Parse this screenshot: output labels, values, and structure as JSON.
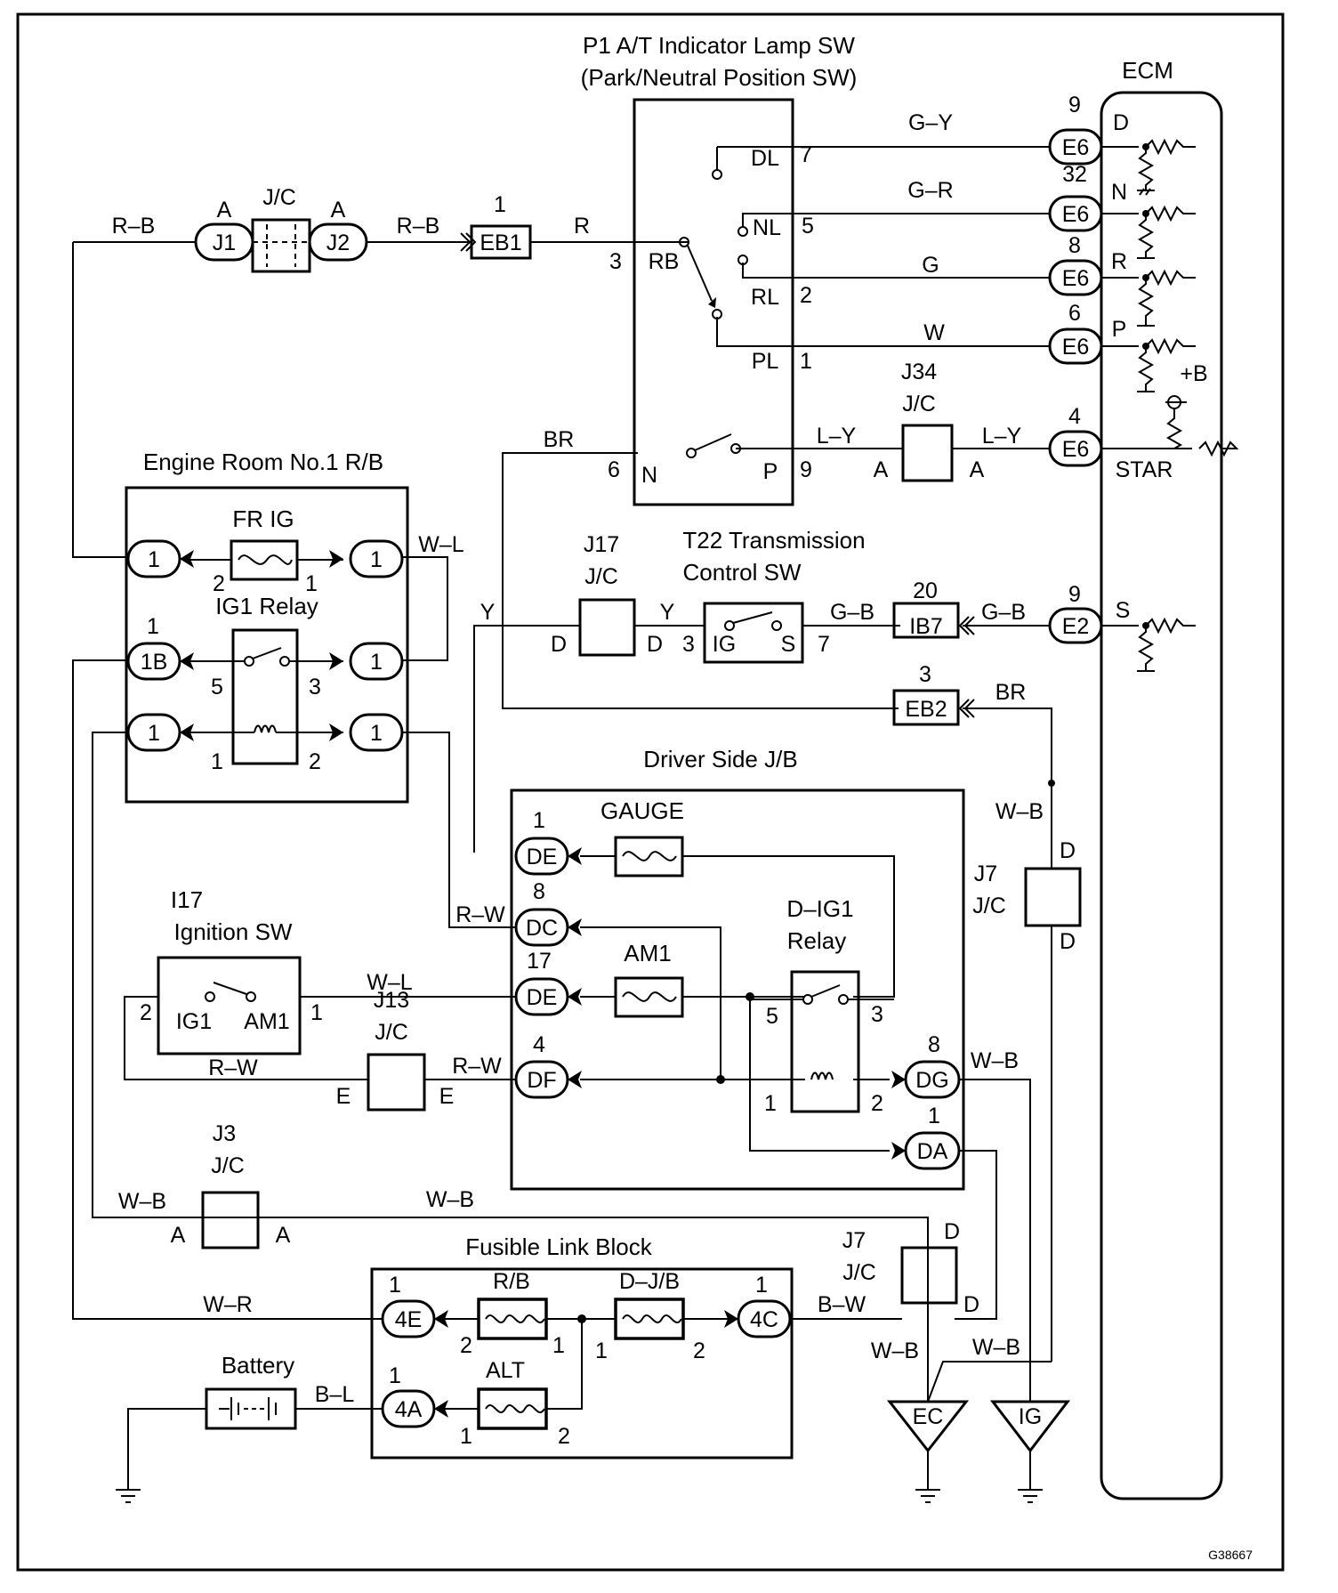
{
  "figure_id": "G38667",
  "components": {
    "p1_title_1": "P1 A/T Indicator Lamp SW",
    "p1_title_2": "(Park/Neutral Position SW)",
    "ecm": "ECM",
    "engine_room_rb": "Engine Room No.1 R/B",
    "fr_ig": "FR IG",
    "ig1_relay": "IG1 Relay",
    "t22_title_1": "T22 Transmission",
    "t22_title_2": "Control SW",
    "driver_jb": "Driver Side J/B",
    "gauge": "GAUGE",
    "am1": "AM1",
    "dig1_1": "D–IG1",
    "dig1_2": "Relay",
    "i17_1": "I17",
    "i17_2": "Ignition SW",
    "fusible": "Fusible Link Block",
    "rb_fuse": "R/B",
    "djb_fuse": "D–J/B",
    "alt": "ALT",
    "battery": "Battery"
  },
  "junctions": {
    "jc": "J/C",
    "j17": "J17",
    "j34": "J34",
    "j13": "J13",
    "j3": "J3",
    "j7": "J7"
  },
  "connectors": {
    "j1": "J1",
    "j2": "J2",
    "eb1": "EB1",
    "eb2": "EB2",
    "ib7": "IB7",
    "e6": "E6",
    "e2": "E2",
    "c1": "1",
    "c1b": "1B",
    "de": "DE",
    "dc": "DC",
    "df": "DF",
    "dg": "DG",
    "da": "DA",
    "c4e": "4E",
    "c4c": "4C",
    "c4a": "4A",
    "ec": "EC",
    "ig": "IG"
  },
  "wires": {
    "rb": "R–B",
    "r": "R",
    "gy": "G–Y",
    "gr": "G–R",
    "g": "G",
    "w": "W",
    "br": "BR",
    "ly": "L–Y",
    "wl": "W–L",
    "y": "Y",
    "gb": "G–B",
    "rw": "R–W",
    "wb": "W–B",
    "wr": "W–R",
    "bw": "B–W",
    "bl": "B–L"
  },
  "terminals": {
    "dl": "DL",
    "nl": "NL",
    "rb": "RB",
    "rl": "RL",
    "pl": "PL",
    "n": "N",
    "p": "P",
    "ig": "IG",
    "s": "S",
    "ig1": "IG1",
    "am1": "AM1",
    "ecm_d": "D",
    "ecm_n": "N",
    "ecm_r": "R",
    "ecm_p": "P",
    "ecm_pb": "+B",
    "ecm_star": "STAR",
    "ecm_s": "S"
  },
  "letters": {
    "a": "A",
    "d": "D",
    "e": "E"
  },
  "pins": {
    "n1": "1",
    "n2": "2",
    "n3": "3",
    "n4": "4",
    "n5": "5",
    "n6": "6",
    "n7": "7",
    "n8": "8",
    "n9": "9",
    "n17": "17",
    "n20": "20",
    "n32": "32"
  }
}
